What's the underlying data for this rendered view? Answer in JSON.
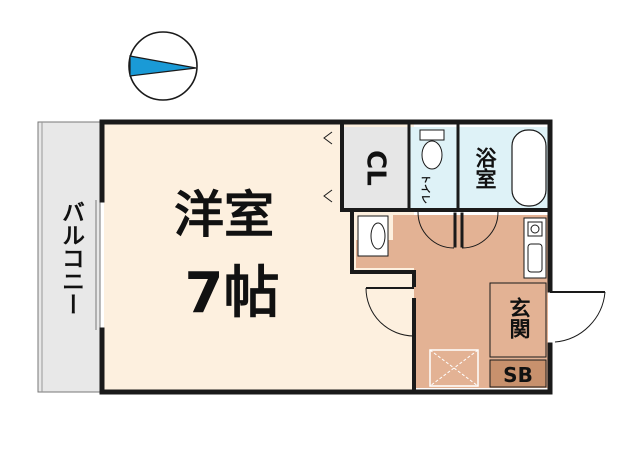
{
  "floor_plan": {
    "rooms": {
      "western_room": {
        "label_line1": "洋室",
        "label_line2": "7帖"
      },
      "balcony": {
        "label": "バルコニー"
      },
      "closet": {
        "label": "CL"
      },
      "toilet": {
        "label": "トイレ"
      },
      "bathroom": {
        "label": "浴室"
      },
      "entrance": {
        "label": "玄関"
      },
      "shoe_box": {
        "label": "SB"
      }
    },
    "colors": {
      "western_room": "#fdf0df",
      "balcony": "#e8e8e8",
      "closet": "#e6e6e6",
      "wet_area": "#def2f7",
      "entrance": "#e3b294",
      "compass": "#1a9ad6",
      "walls": "#1a1a1a"
    },
    "icons": [
      "compass-icon",
      "toilet-icon",
      "bathtub-icon",
      "washbasin-icon",
      "kitchen-sink-icon",
      "stove-icon",
      "washer-pan-icon"
    ]
  }
}
